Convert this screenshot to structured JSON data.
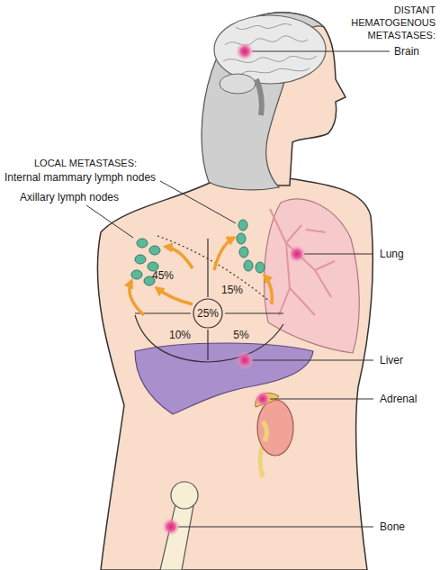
{
  "diagram": {
    "nodes": [
      {
        "text": [
          "25%"
        ]
      }
    ],
    "labels": [
      "DISTANT HEMATOGENOUS METASTASES:",
      "Brain",
      "LOCAL METASTASES:",
      "Internal mammary lymph nodes",
      "Axillary lymph nodes",
      "45%",
      "15%",
      "10%",
      "5%",
      "Lung",
      "Liver",
      "Adrenal",
      "Bone"
    ]
  }
}
